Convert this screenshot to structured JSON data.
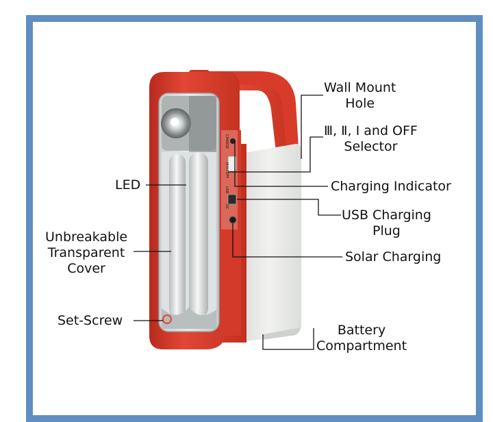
{
  "diagram": {
    "frame_color": "#5f8ec3",
    "body_color": "#d93b2b",
    "panel_color": "#e9ebe8",
    "labels": {
      "wall_mount_hole": [
        "Wall Mount",
        "Hole"
      ],
      "selector": [
        "Ⅲ, Ⅱ, Ⅰ and OFF",
        "Selector"
      ],
      "charging_indicator": "Charging Indicator",
      "usb_charging_plug": [
        "USB Charging",
        "Plug"
      ],
      "solar_charging": "Solar Charging",
      "battery_compartment": [
        "Battery",
        "Compartment"
      ],
      "led": "LED",
      "transparent_cover": [
        "Unbreakable",
        "Transparent",
        "Cover"
      ],
      "set_screw": "Set-Screw"
    },
    "panel_text": {
      "charge": "CHARGE",
      "modes": "III II I OFF",
      "usb": "USB",
      "dc": "DC"
    }
  }
}
